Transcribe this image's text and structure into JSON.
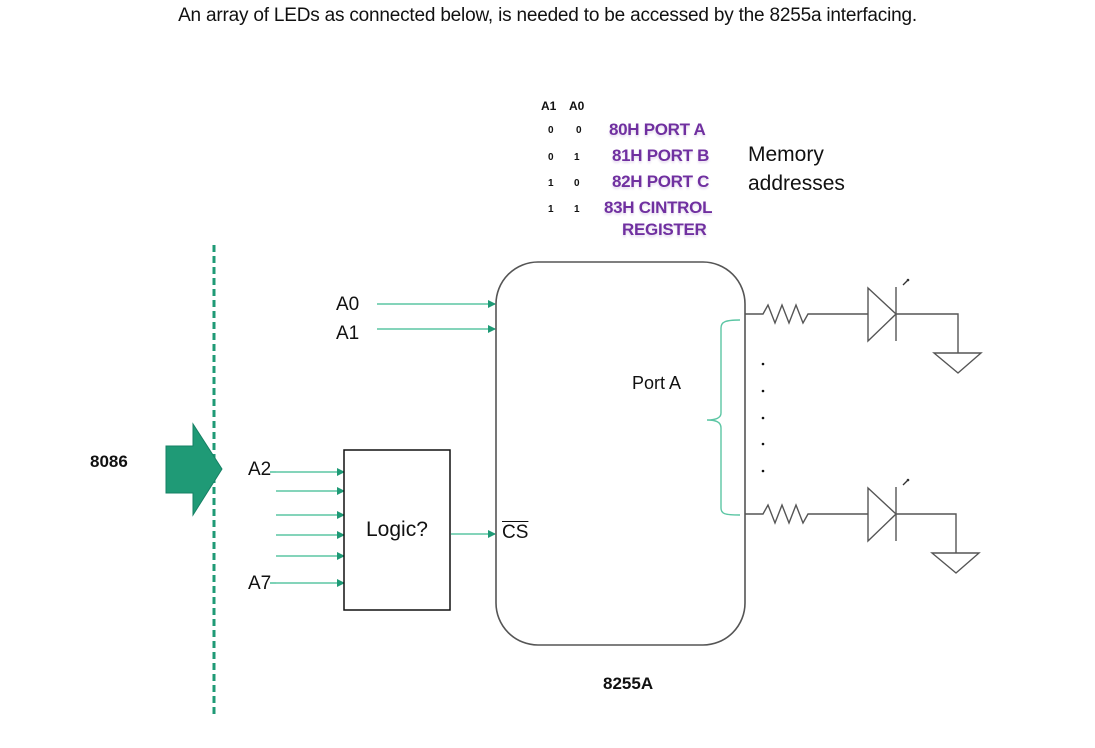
{
  "title": "An array of LEDs as connected below, is needed to be accessed by the 8255a interfacing.",
  "address_table": {
    "headers": [
      "A1",
      "A0"
    ],
    "rows": [
      {
        "a1": "0",
        "a0": "0",
        "label": "80H PORT A"
      },
      {
        "a1": "0",
        "a0": "1",
        "label": "81H PORT B"
      },
      {
        "a1": "1",
        "a0": "0",
        "label": "82H PORT C"
      },
      {
        "a1": "1",
        "a0": "1",
        "label": "83H CINTROL"
      }
    ],
    "continuation": "REGISTER",
    "note_line1": "Memory",
    "note_line2": "addresses"
  },
  "cpu": {
    "label": "8086"
  },
  "signals": {
    "a0": "A0",
    "a1": "A1",
    "a2": "A2",
    "a7": "A7",
    "cs": "CS"
  },
  "logic_block": {
    "label": "Logic?"
  },
  "ppi": {
    "label": "8255A",
    "port_label": "Port A"
  },
  "colors": {
    "accent_green": "#1f9a76",
    "wire_green": "#5cc6a4",
    "address_purple": "#7030a0",
    "line": "#555555"
  }
}
